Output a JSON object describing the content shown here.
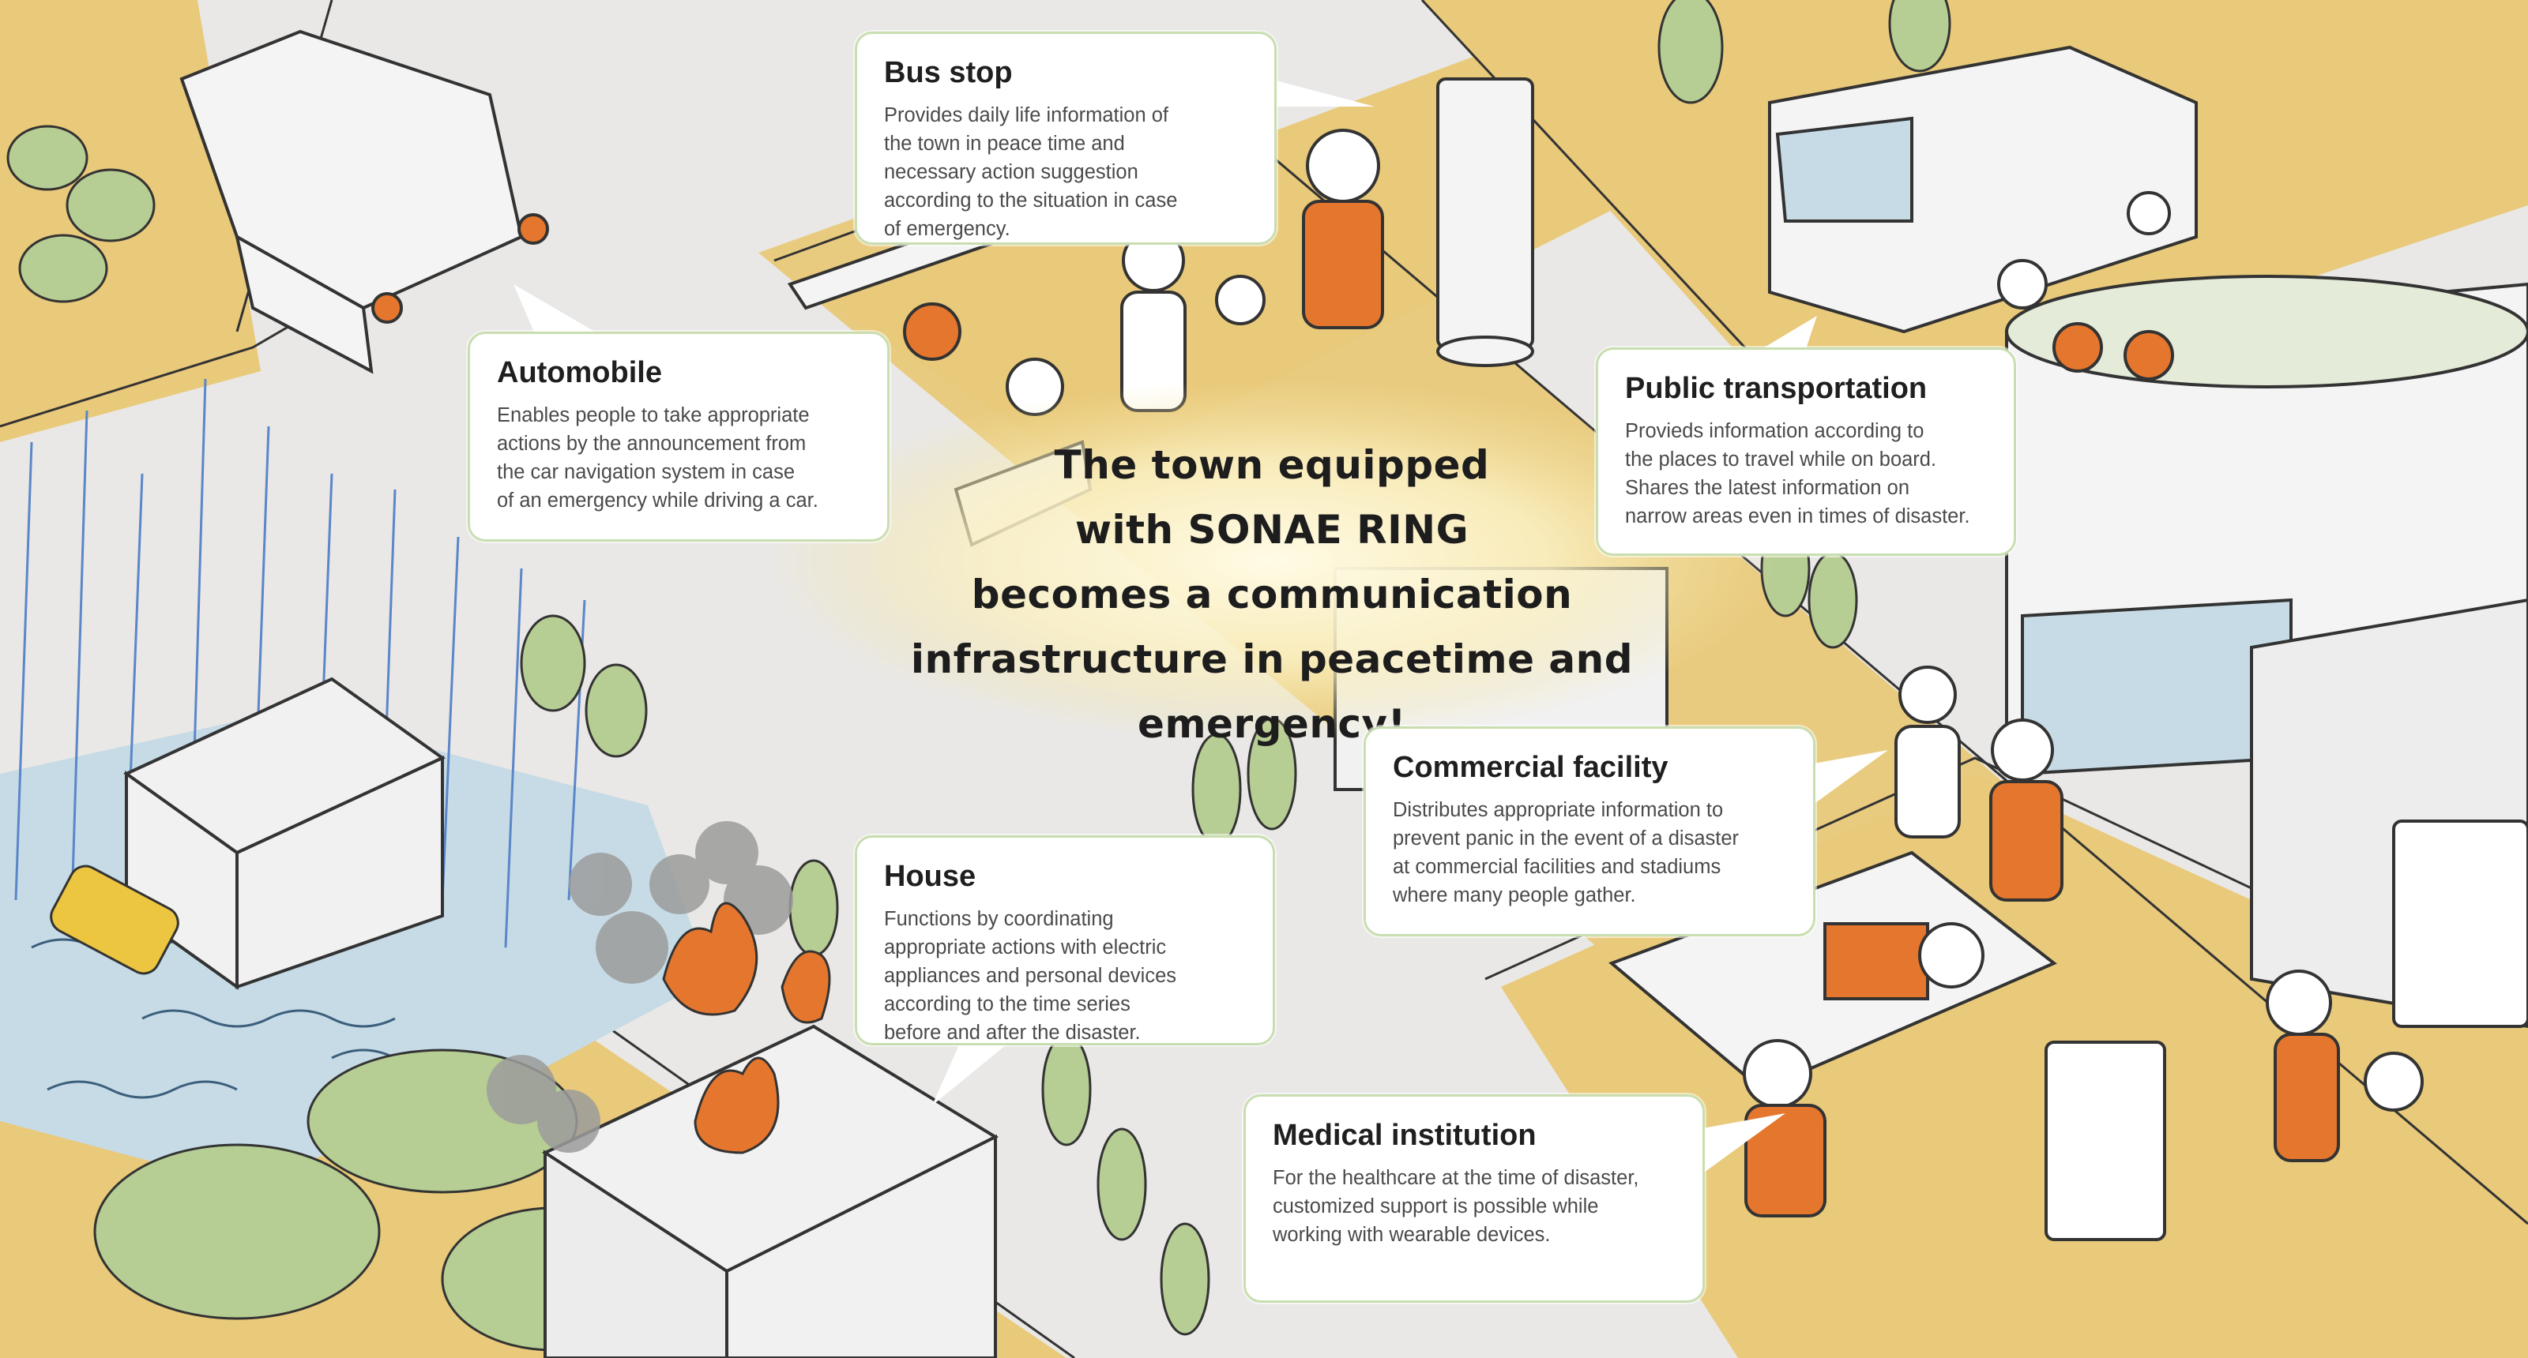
{
  "headline": "The town equipped\nwith SONAE RING\nbecomes a communication\ninfrastructure in peacetime and emergency!",
  "callouts": {
    "bus_stop": {
      "title": "Bus stop",
      "text": "Provides daily life information of\nthe town in peace time and\nnecessary action suggestion\naccording to the situation in case\nof emergency."
    },
    "automobile": {
      "title": "Automobile",
      "text": "Enables people to take appropriate\nactions by the announcement from\nthe car navigation system in case\nof an emergency while driving a car."
    },
    "public_transportation": {
      "title": "Public transportation",
      "text": "Provieds information according to\nthe places to travel while on board.\nShares the latest information on\nnarrow areas even in times of disaster."
    },
    "commercial_facility": {
      "title": "Commercial facility",
      "text": "Distributes appropriate information to\nprevent panic in the event of a disaster\nat commercial facilities and stadiums\nwhere many people gather."
    },
    "house": {
      "title": "House",
      "text": "Functions by coordinating\nappropriate actions with electric\nappliances and personal devices\naccording to the time series\nbefore and after the disaster."
    },
    "medical_institution": {
      "title": "Medical institution",
      "text": "For the healthcare at the time of disaster,\ncustomized support is possible while\nworking with wearable devices."
    }
  },
  "colors": {
    "road_yellow": "#e9c97a",
    "pavement": "#e9e8e6",
    "tree_green": "#b6cd94",
    "water_blue": "#c6dbe6",
    "rain_blue": "#5b86c8",
    "flame_orange": "#e5762d",
    "smoke_gray": "#9c9c9c",
    "callout_border": "#c9deb0",
    "glow": "#f6e8a6"
  }
}
